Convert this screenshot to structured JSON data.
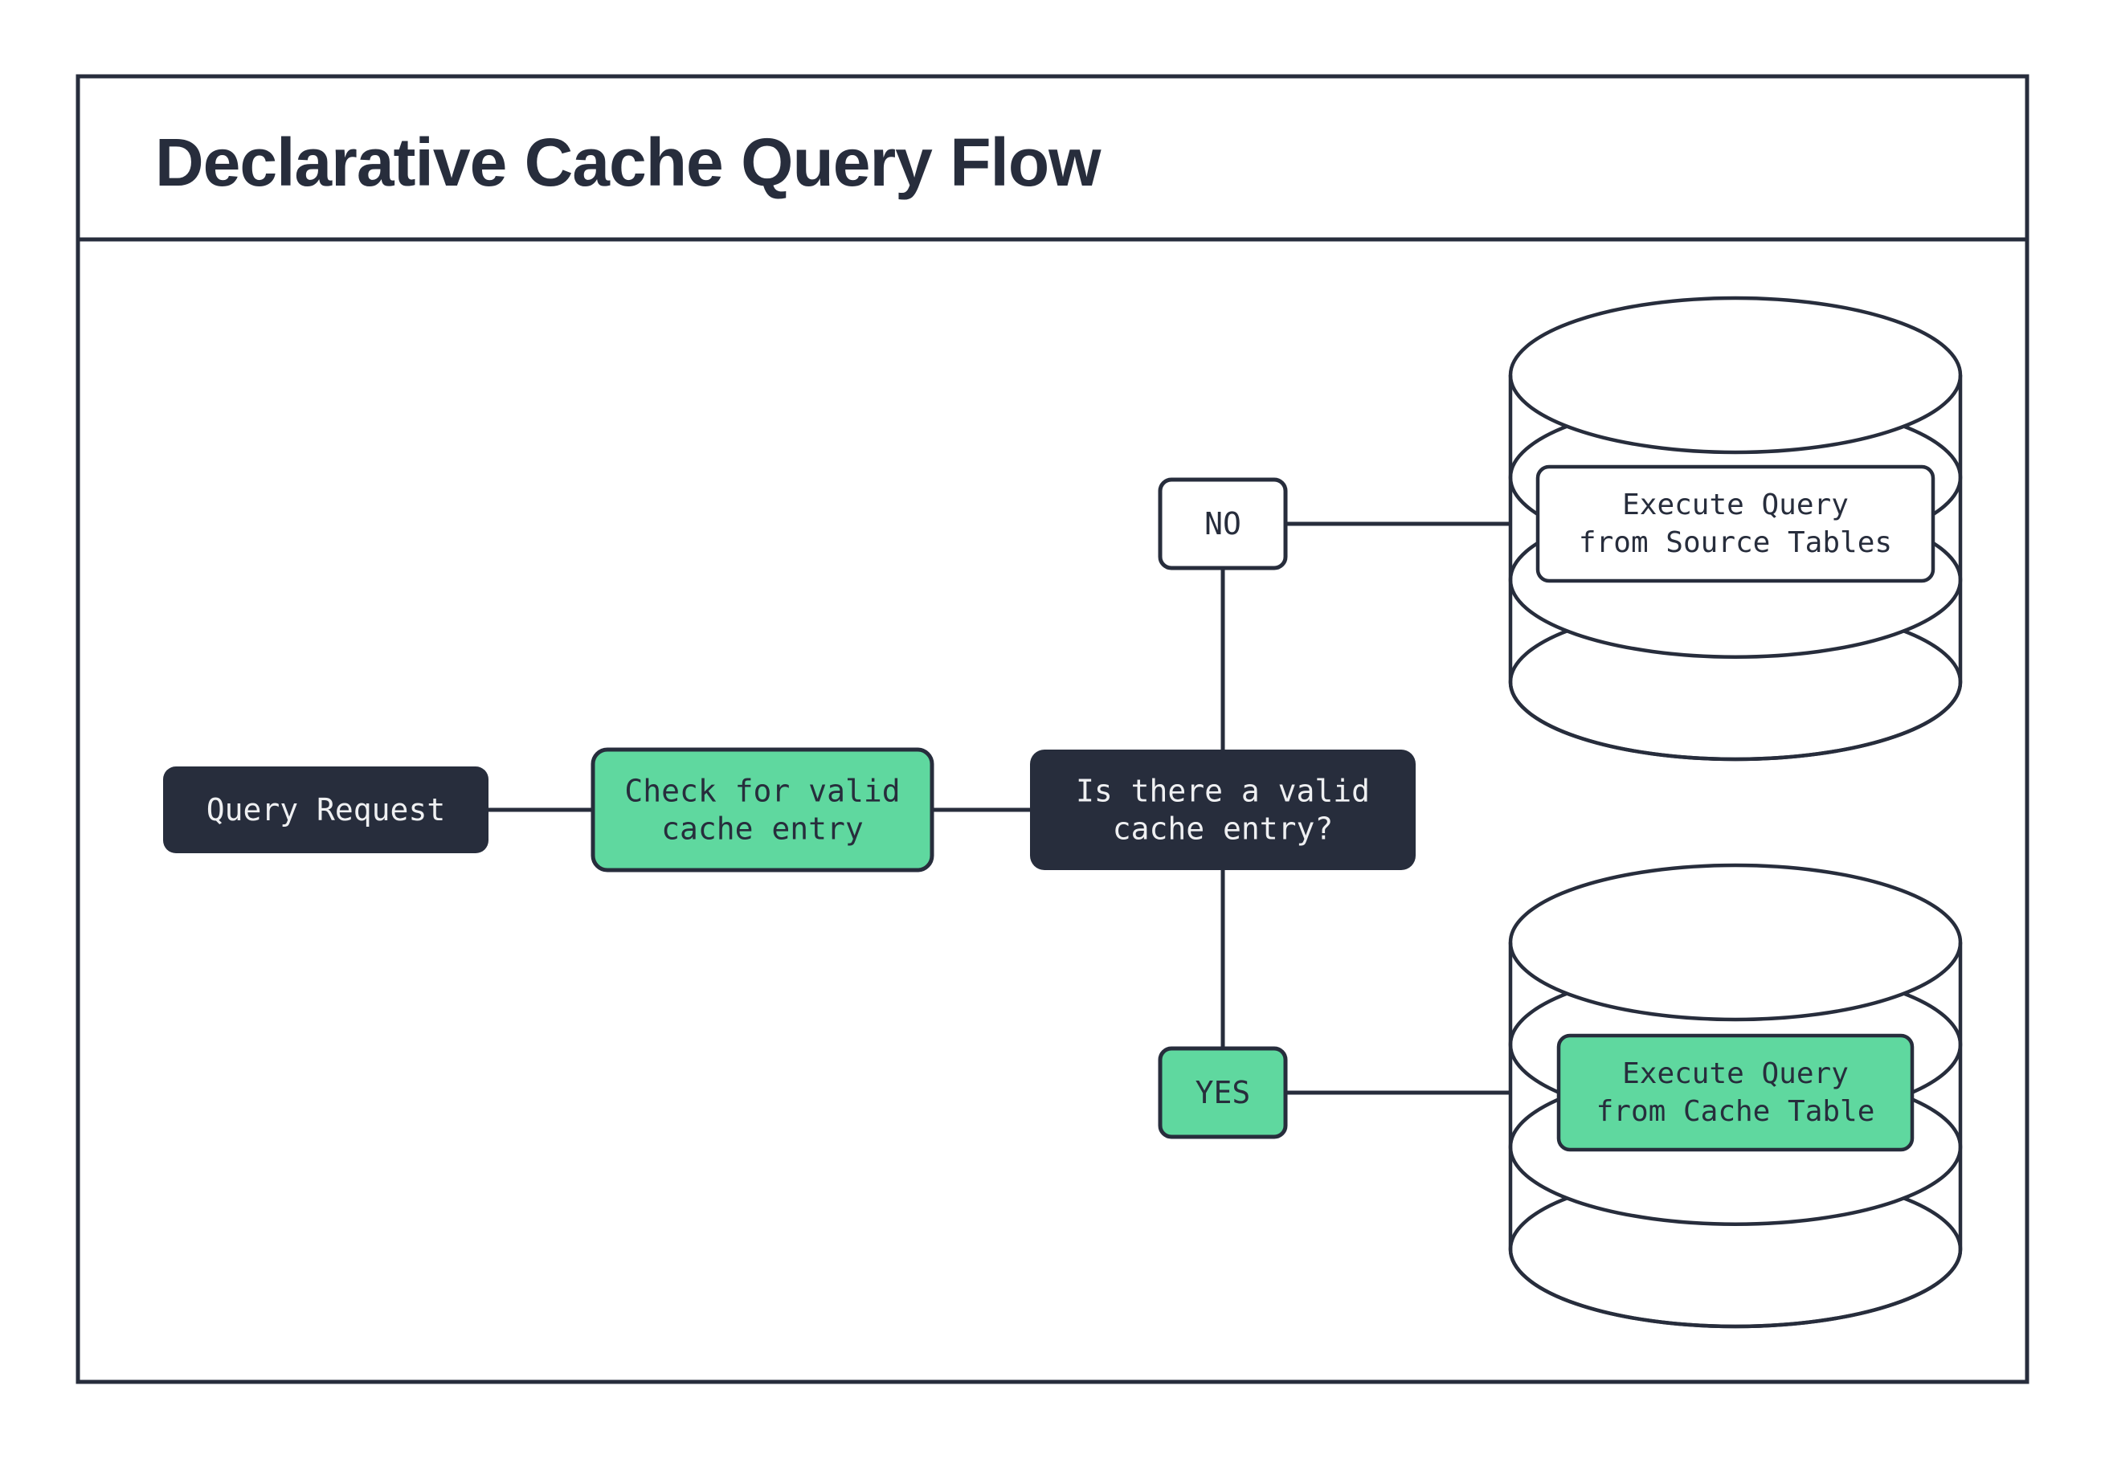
{
  "title": "Declarative Cache Query Flow",
  "colors": {
    "dark_navy": "#272D3C",
    "green": "#5FD89F",
    "white": "#FFFFFF",
    "light_text": "#EFF0F2"
  },
  "nodes": {
    "query_request": {
      "label": "Query Request"
    },
    "check_cache": {
      "line1": "Check for valid",
      "line2": "cache entry"
    },
    "decision": {
      "line1": "Is there a valid",
      "line2": "cache entry?"
    },
    "branch_no": {
      "label": "NO"
    },
    "branch_yes": {
      "label": "YES"
    },
    "source_db": {
      "line1": "Execute Query",
      "line2": "from Source Tables"
    },
    "cache_db": {
      "line1": "Execute Query",
      "line2": "from Cache Table"
    }
  }
}
